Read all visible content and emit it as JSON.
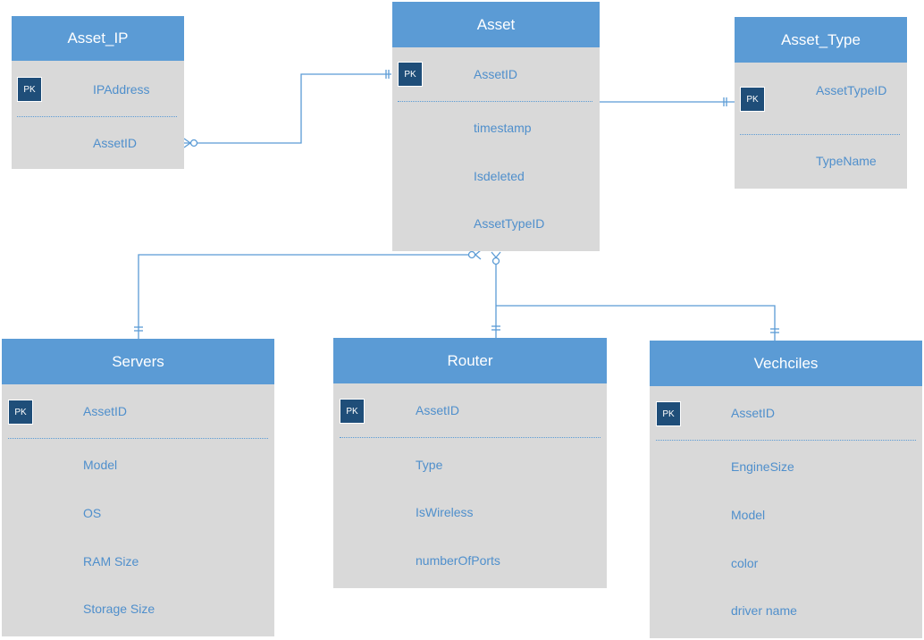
{
  "entities": {
    "asset_ip": {
      "title": "Asset_IP",
      "pk_badge": "PK",
      "key_field": "IPAddress",
      "fields": [
        "AssetID"
      ]
    },
    "asset": {
      "title": "Asset",
      "pk_badge": "PK",
      "key_field": "AssetID",
      "fields": [
        "timestamp",
        "Isdeleted",
        "AssetTypeID"
      ]
    },
    "asset_type": {
      "title": "Asset_Type",
      "pk_badge": "PK",
      "key_field": "AssetTypeID",
      "fields": [
        "TypeName"
      ]
    },
    "servers": {
      "title": "Servers",
      "pk_badge": "PK",
      "key_field": "AssetID",
      "fields": [
        "Model",
        "OS",
        "RAM Size",
        "Storage Size"
      ]
    },
    "router": {
      "title": "Router",
      "pk_badge": "PK",
      "key_field": "AssetID",
      "fields": [
        "Type",
        "IsWireless",
        "numberOfPorts"
      ]
    },
    "vechciles": {
      "title": "Vechciles",
      "pk_badge": "PK",
      "key_field": "AssetID",
      "fields": [
        "EngineSize",
        "Model",
        "color",
        "driver name"
      ]
    }
  },
  "colors": {
    "header": "#5b9bd5",
    "body": "#d9d9d9",
    "pk_badge": "#1f4e79",
    "field_text": "#4f8fcc",
    "connector": "#5b9bd5"
  }
}
